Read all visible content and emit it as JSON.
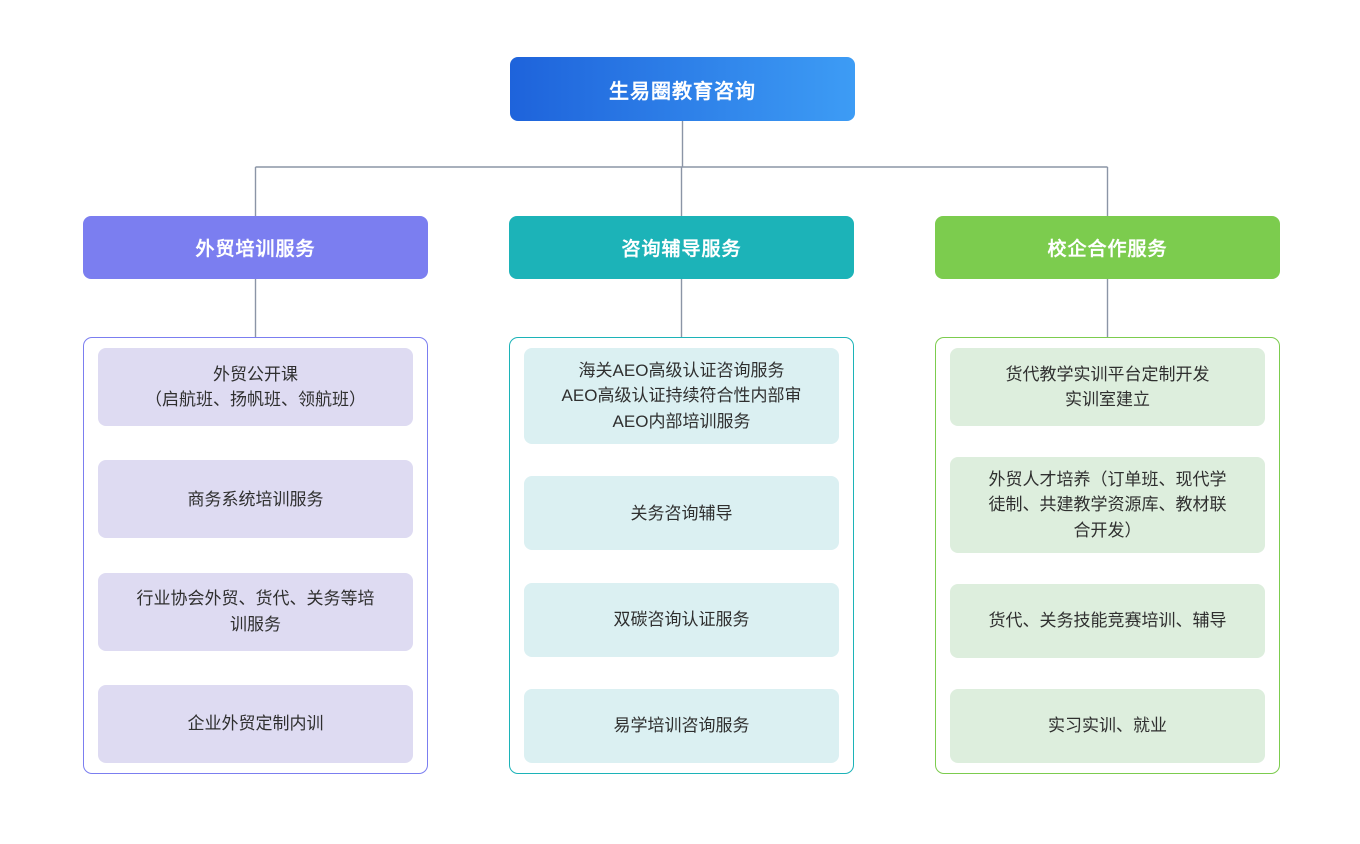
{
  "diagram": {
    "type": "organizational-tree",
    "root": {
      "label": "生易圈教育咨询",
      "gradient_from": "#1e63db",
      "gradient_to": "#3d9cf5",
      "text_color": "#ffffff"
    },
    "connector_color": "#8b95a6",
    "branches": [
      {
        "label": "外贸培训服务",
        "header_color": "#7b7ef0",
        "panel_border_color": "#7b7ef0",
        "item_fill": "#dedbf2",
        "items": [
          {
            "lines": [
              "外贸公开课",
              "（启航班、扬帆班、领航班）"
            ],
            "height": 78
          },
          {
            "lines": [
              "商务系统培训服务"
            ],
            "height": 78
          },
          {
            "lines": [
              "行业协会外贸、货代、关务等培",
              "训服务"
            ],
            "height": 78
          },
          {
            "lines": [
              "企业外贸定制内训"
            ],
            "height": 78
          }
        ]
      },
      {
        "label": "咨询辅导服务",
        "header_color": "#1cb3b8",
        "panel_border_color": "#1cb3b8",
        "item_fill": "#dbf0f2",
        "items": [
          {
            "lines": [
              "海关AEO高级认证咨询服务",
              "AEO高级认证持续符合性内部审",
              "AEO内部培训服务"
            ],
            "height": 96
          },
          {
            "lines": [
              "关务咨询辅导"
            ],
            "height": 74
          },
          {
            "lines": [
              "双碳咨询认证服务"
            ],
            "height": 74
          },
          {
            "lines": [
              "易学培训咨询服务"
            ],
            "height": 74
          }
        ]
      },
      {
        "label": "校企合作服务",
        "header_color": "#7ccc4e",
        "panel_border_color": "#7ccc4e",
        "item_fill": "#ddeedd",
        "items": [
          {
            "lines": [
              "货代教学实训平台定制开发",
              "实训室建立"
            ],
            "height": 78
          },
          {
            "lines": [
              "外贸人才培养（订单班、现代学",
              "徒制、共建教学资源库、教材联",
              "合开发）"
            ],
            "height": 96
          },
          {
            "lines": [
              "货代、关务技能竞赛培训、辅导"
            ],
            "height": 74
          },
          {
            "lines": [
              "实习实训、就业"
            ],
            "height": 74
          }
        ]
      }
    ]
  }
}
